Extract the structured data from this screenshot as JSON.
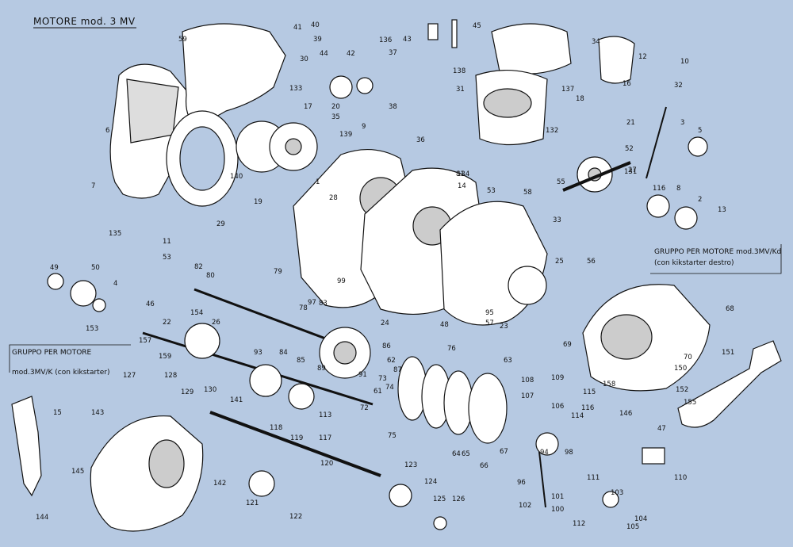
{
  "title": "MOTORE  mod. 3 MV",
  "groups": [
    {
      "heading": "GRUPPO  PER  MOTORE",
      "line2": "mod.3MV/K  (con  kikstarter)"
    },
    {
      "heading": "GRUPPO  PER  MOTORE mod.3MV/Kd",
      "line2": "(con  kikstarter  destro)"
    }
  ],
  "callouts": [
    "59",
    "41",
    "40",
    "39",
    "30",
    "136",
    "43",
    "45",
    "34",
    "12",
    "10",
    "37",
    "44",
    "42",
    "17",
    "20",
    "133",
    "138",
    "31",
    "137",
    "32",
    "35",
    "9",
    "38",
    "18",
    "16",
    "3",
    "5",
    "6",
    "140",
    "139",
    "29",
    "132",
    "131",
    "52",
    "7",
    "1",
    "36",
    "28",
    "134",
    "53",
    "58",
    "55",
    "27",
    "116",
    "8",
    "2",
    "19",
    "21",
    "13",
    "135",
    "11",
    "14",
    "81",
    "79",
    "33",
    "25",
    "56",
    "53",
    "4",
    "49",
    "50",
    "82",
    "80",
    "99",
    "97",
    "78",
    "83",
    "57",
    "23",
    "95",
    "24",
    "48",
    "47",
    "46",
    "22",
    "26",
    "154",
    "93",
    "84",
    "85",
    "89",
    "86",
    "62",
    "87",
    "91",
    "73",
    "74",
    "61",
    "72",
    "75",
    "76",
    "63",
    "64",
    "65",
    "66",
    "67",
    "68",
    "69",
    "70",
    "150",
    "151",
    "146",
    "152",
    "155",
    "158",
    "153",
    "157",
    "159",
    "96",
    "94",
    "98",
    "100",
    "101",
    "102",
    "103",
    "104",
    "105",
    "106",
    "107",
    "108",
    "109",
    "110",
    "111",
    "112",
    "113",
    "114",
    "115",
    "116",
    "117",
    "118",
    "119",
    "120",
    "121",
    "122",
    "123",
    "124",
    "125",
    "126",
    "127",
    "128",
    "129",
    "130",
    "141",
    "142",
    "143",
    "144",
    "145",
    "15"
  ],
  "colors": {
    "background": "#b6c9e2",
    "ink": "#111111",
    "paper": "#ffffff"
  }
}
